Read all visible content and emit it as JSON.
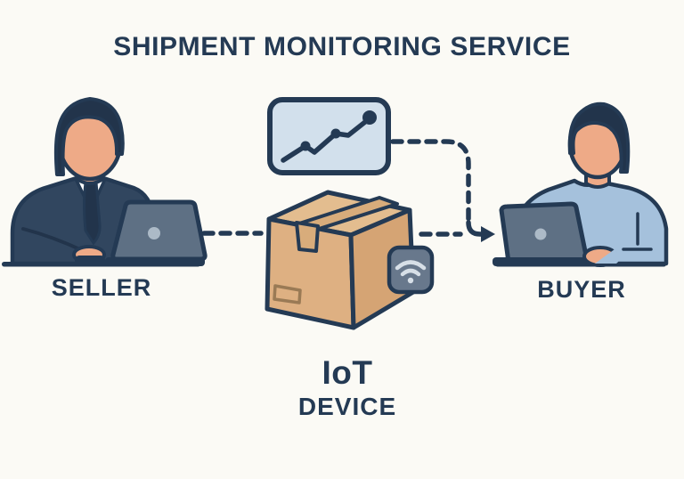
{
  "title": "SHIPMENT MONITORING SERVICE",
  "nodes": {
    "seller": {
      "label": "SELLER",
      "role": "person-at-laptop"
    },
    "buyer": {
      "label": "BUYER",
      "role": "person-at-laptop"
    },
    "package": {
      "label_line1": "IoT",
      "label_line2": "DEVICE",
      "role": "cardboard-box-with-iot-tracker"
    },
    "monitor": {
      "role": "trend-chart-panel"
    }
  },
  "icons": {
    "chart": "trend-line-chart-icon",
    "wifi": "wifi-signal-icon"
  },
  "connectors": [
    {
      "from": "seller",
      "to": "package",
      "style": "dashed"
    },
    {
      "from": "monitor",
      "to": "buyer",
      "style": "dashed-elbow"
    },
    {
      "from": "package",
      "to": "buyer",
      "style": "dashed-arrow"
    }
  ],
  "colors": {
    "background": "#FBFAF5",
    "outline_navy": "#243A54",
    "hair_dark": "#22344B",
    "suit": "#31465F",
    "skin": "#EEAA87",
    "shirt_white": "#FFFFFF",
    "buyer_shirt": "#A5C1DC",
    "laptop_lid": "#5E7084",
    "laptop_logo": "#ACBAC7",
    "chart_panel_fill": "#D2E0EC",
    "box_top": "#E3BD8F",
    "box_left": "#DEB082",
    "box_right": "#D5A474",
    "tape": "#D8AC7B",
    "label_outline": "#9A7A55",
    "iot_device_fill": "#68788C",
    "wifi_glyph": "#D7DFE7"
  }
}
